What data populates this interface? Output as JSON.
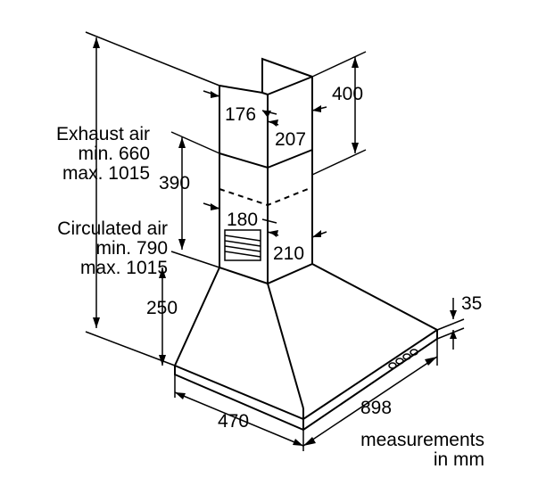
{
  "labels": {
    "exhaust_title": "Exhaust air",
    "exhaust_min": "min. 660",
    "exhaust_max": "max. 1015",
    "circulated_title": "Circulated air",
    "circulated_min": "min. 790",
    "circulated_max": "max. 1015",
    "dim_390": "390",
    "dim_250": "250",
    "dim_176": "176",
    "dim_207": "207",
    "dim_400": "400",
    "dim_180": "180",
    "dim_210": "210",
    "dim_35": "35",
    "dim_470": "470",
    "dim_898": "898",
    "units_line1": "measurements",
    "units_line2": "in mm"
  }
}
